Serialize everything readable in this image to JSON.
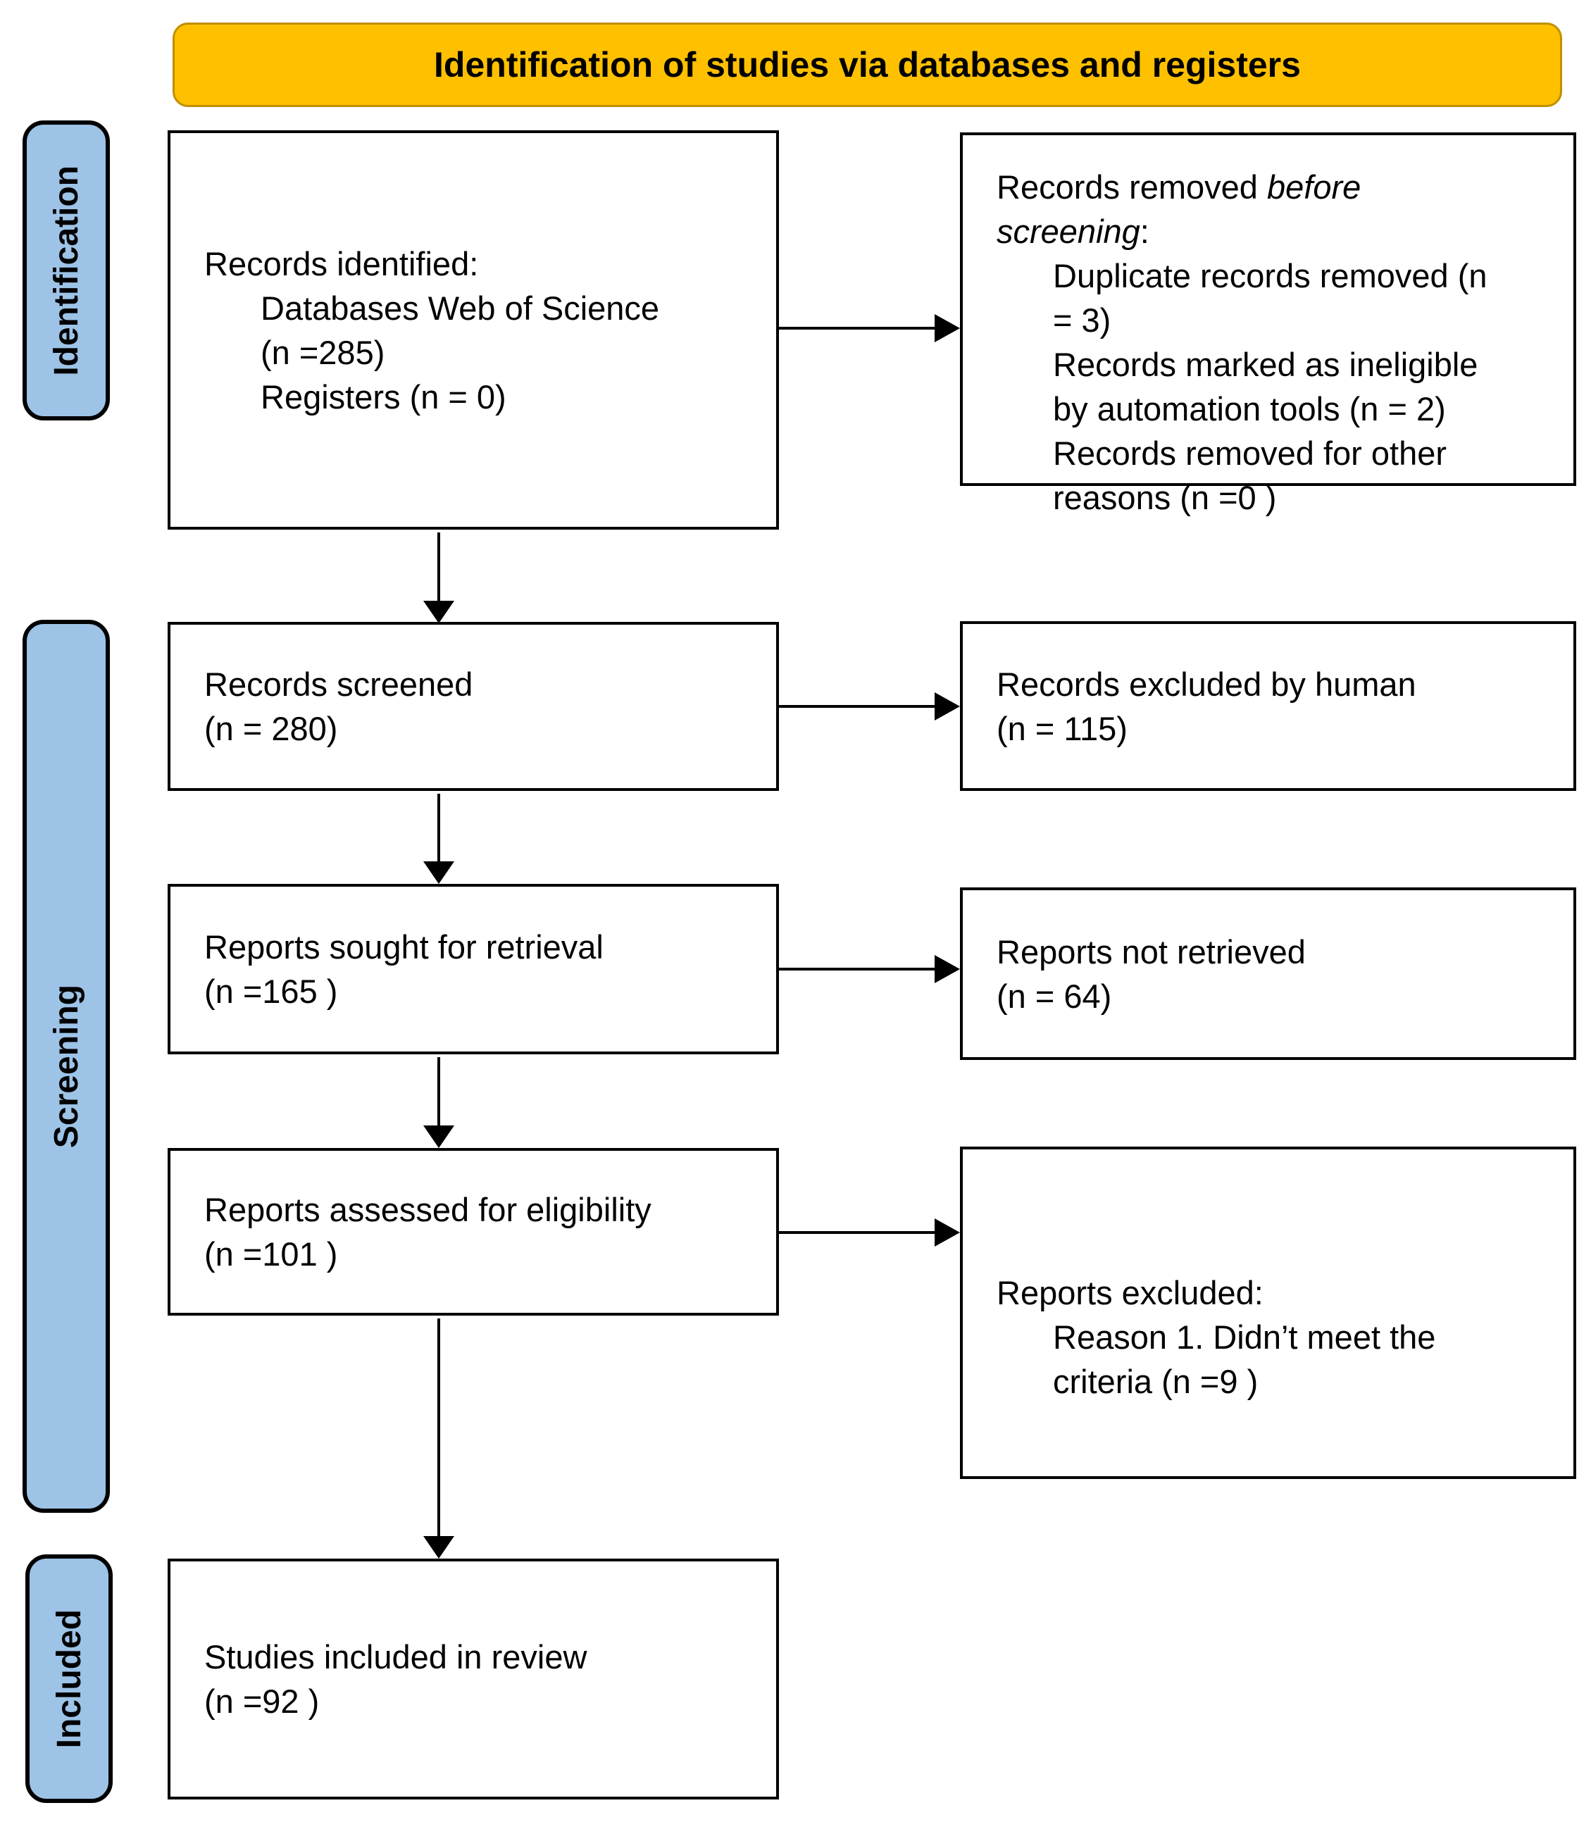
{
  "banner": {
    "label": "Identification of studies via databases and registers"
  },
  "colors": {
    "banner_fill": "#FFC000",
    "banner_border": "#BF9000",
    "sidebar_fill": "#9DC3E6",
    "box_border": "#000000",
    "arrow": "#000000"
  },
  "sidebar": {
    "identification": "Identification",
    "screening": "Screening",
    "included": "Included"
  },
  "left_boxes": {
    "records_identified": {
      "line1": "Records identified:",
      "line2": "Databases Web of Science",
      "line3": "(n =285)",
      "line4": "Registers (n = 0)"
    },
    "records_screened": {
      "line1": "Records screened",
      "line2": "(n = 280)"
    },
    "reports_sought": {
      "line1": "Reports sought for retrieval",
      "line2": "(n =165 )"
    },
    "reports_assessed": {
      "line1": "Reports assessed for eligibility",
      "line2": "(n =101 )"
    },
    "studies_included": {
      "line1": "Studies included in review",
      "line2": "(n =92 )"
    }
  },
  "right_boxes": {
    "records_removed": {
      "line1_normal": "Records removed ",
      "line1_italic": "before",
      "line2_italic": "screening",
      "line2_suffix": ":",
      "item1_line1": "Duplicate records removed (n",
      "item1_line2": "= 3)",
      "item2_line1": "Records marked as ineligible",
      "item2_line2": "by automation tools (n = 2)",
      "item3_line1": "Records removed for other",
      "item3_line2": "reasons (n =0 )"
    },
    "records_excluded": {
      "line1": "Records excluded by human",
      "line2": "(n = 115)"
    },
    "reports_not_retrieved": {
      "line1": "Reports not retrieved",
      "line2": "(n = 64)"
    },
    "reports_excluded": {
      "line1": "Reports excluded:",
      "item1_line1": "Reason 1. Didn’t meet the",
      "item1_line2": "criteria (n =9 )"
    }
  }
}
